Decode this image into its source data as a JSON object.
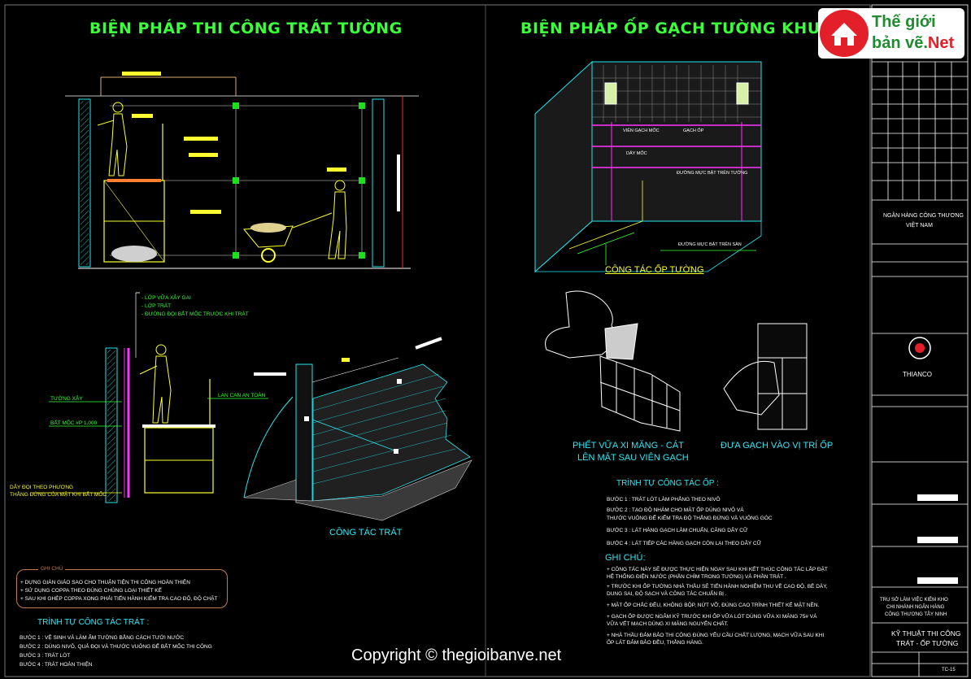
{
  "titles": {
    "left": "BIỆN PHÁP THI CÔNG TRÁT TƯỜNG",
    "right": "BIỆN PHÁP ỐP GẠCH TƯỜNG KHU VỆ"
  },
  "logo": {
    "line1": "Thế giới",
    "line2": "bản vẽ.",
    "line3": "Net"
  },
  "left_labels": {
    "layer1": "- LỚP VỮA XÂY GAI",
    "layer2": "- LỚP TRÁT",
    "layer3": "- ĐƯỜNG ĐỌI BẮT MỐC TRƯỚC KHI TRÁT",
    "wall": "TƯỜNG XÂY",
    "mark": "BẮT MỐC #P 1.000",
    "rail": "LAN CAN AN TOÀN",
    "plumb1": "DÂY ĐỌI THEO PHƯƠNG",
    "plumb2": "THẲNG ĐỨNG CỦA MẶT KHI BẮT MỐC",
    "plaster_caption": "CÔNG TÁC TRÁT"
  },
  "notes_left": {
    "heading": "GHI CHÚ",
    "lines": [
      "+ DỰNG GIÀN GIÁO SAO CHO THUẬN TIỆN THI CÔNG HOÀN THIỆN",
      "+ SỬ DỤNG COPPA THEO ĐÚNG CHỦNG LOẠI THIẾT KẾ",
      "+ SAU KHI GHÉP COPPA XONG PHẢI TIẾN HÀNH KIỂM TRA CAO ĐỘ, ĐỘ CHẶT"
    ]
  },
  "steps_plaster": {
    "heading": "TRÌNH TỰ CÔNG TÁC TRÁT :",
    "lines": [
      "BƯỚC 1 : VỆ SINH VÀ LÀM ẨM TƯỜNG BẰNG CÁCH TƯỚI NƯỚC",
      "BƯỚC 2 : DÙNG NIVÔ, QUẢ ĐỌI VÀ THƯỚC VUÔNG ĐỂ BẮT MỐC THI CÔNG",
      "BƯỚC 3 : TRÁT LÓT",
      "BƯỚC 4 : TRÁT HOÀN THIỆN"
    ]
  },
  "tile_labels": {
    "tile": "VIÊN GẠCH MỐC",
    "tile_ref": "GẠCH ỐP",
    "string": "DÂY MỐC",
    "level": "ĐƯỜNG MỰC BẬT TRÊN TƯỜNG",
    "floor": "ĐƯỜNG MỰC BẬT TRÊN SÀN",
    "caption": "CÔNG TÁC ỐP TƯỜNG"
  },
  "tile_captions": {
    "left1": "PHẾT VỮA XI MĂNG - CÁT",
    "left2": "LÊN MẶT SAU VIÊN GẠCH",
    "right": "ĐƯA GẠCH VÀO VỊ TRÍ ỐP"
  },
  "steps_tile": {
    "heading": "TRÌNH TỰ CÔNG TÁC ỐP :",
    "lines": [
      "BƯỚC 1 : TRÁT LÓT LÀM PHẲNG THEO NIVÔ",
      "BƯỚC 2 : TẠO ĐỘ NHÁM CHO MẶT ỐP DÙNG NIVÔ VÀ",
      "THƯỚC VUÔNG ĐỂ KIỂM TRA ĐỘ THẲNG ĐỨNG VÀ VUÔNG GÓC",
      "BƯỚC 3 : LÁT HÀNG GẠCH LÀM CHUẨN, CĂNG DÂY CỮ",
      "BƯỚC 4 : LÁT TIẾP CÁC HÀNG GẠCH CÒN LẠI THEO  DÂY CỮ"
    ]
  },
  "notes_tile": {
    "heading": "GHI CHÚ:",
    "lines": [
      "+ CÔNG TÁC NÀY SẼ ĐƯỢC THỰC HIỆN NGAY SAU KHI KẾT THÚC CÔNG TÁC LẮP ĐẶT",
      "HỆ THỐNG ĐIỆN NƯỚC (PHẦN CHÌM TRONG TƯỜNG) VÀ PHẦN TRÁT .",
      "+ TRƯỚC KHI ỐP TƯỜNG NHÀ THẦU SẼ TIẾN HÀNH NGHIỆM THU VỀ CAO ĐỘ, BỀ DÀY,",
      "DUNG SAI, ĐỘ SẠCH VÀ CÔNG TÁC CHUẨN BỊ .",
      "+ MẶT ỐP CHẮC ĐỀU, KHÔNG BỘP, NỨT VỠ, ĐÚNG CAO TRÌNH THIẾT KẾ MẶT NỀN.",
      "+ GẠCH ỐP ĐƯỢC NGÂM KỸ TRƯỚC KHI ỐP VỮA LÓT DÙNG VỮA XI MĂNG 75# VÀ",
      "VỮA VẾT MẠCH DÙNG XI MĂNG NGUYÊN CHẤT.",
      "+ NHÀ THẦU ĐẢM BẢO THI CÔNG ĐÚNG YÊU CẦU CHẤT LƯỢNG, MẠCH VỮA SAU KHI",
      "ỐP LÁT ĐẢM BẢO ĐỀU, THẲNG HÀNG."
    ]
  },
  "title_block": {
    "owner1": "NGÂN HÀNG CÔNG THƯƠNG",
    "owner2": "VIỆT NAM",
    "company": "THIANCO",
    "project1": "TRỤ SỞ LÀM VIỆC KIÊM KHO",
    "project2": "CHI NHÁNH NGÂN HÀNG",
    "project3": "CÔNG THƯƠNG TÂY NINH",
    "drawing1": "KỸ THUẬT THI CÔNG",
    "drawing2": "TRÁT - ỐP TƯỜNG",
    "sheet": "TC-15"
  },
  "copyright": "Copyright © thegioibanve.net",
  "colors": {
    "title_green": "#3cff3c",
    "cyan": "#22e6f0",
    "yellow": "#ffff30",
    "magenta": "#ff33ff",
    "logo_red": "#e3202a"
  }
}
